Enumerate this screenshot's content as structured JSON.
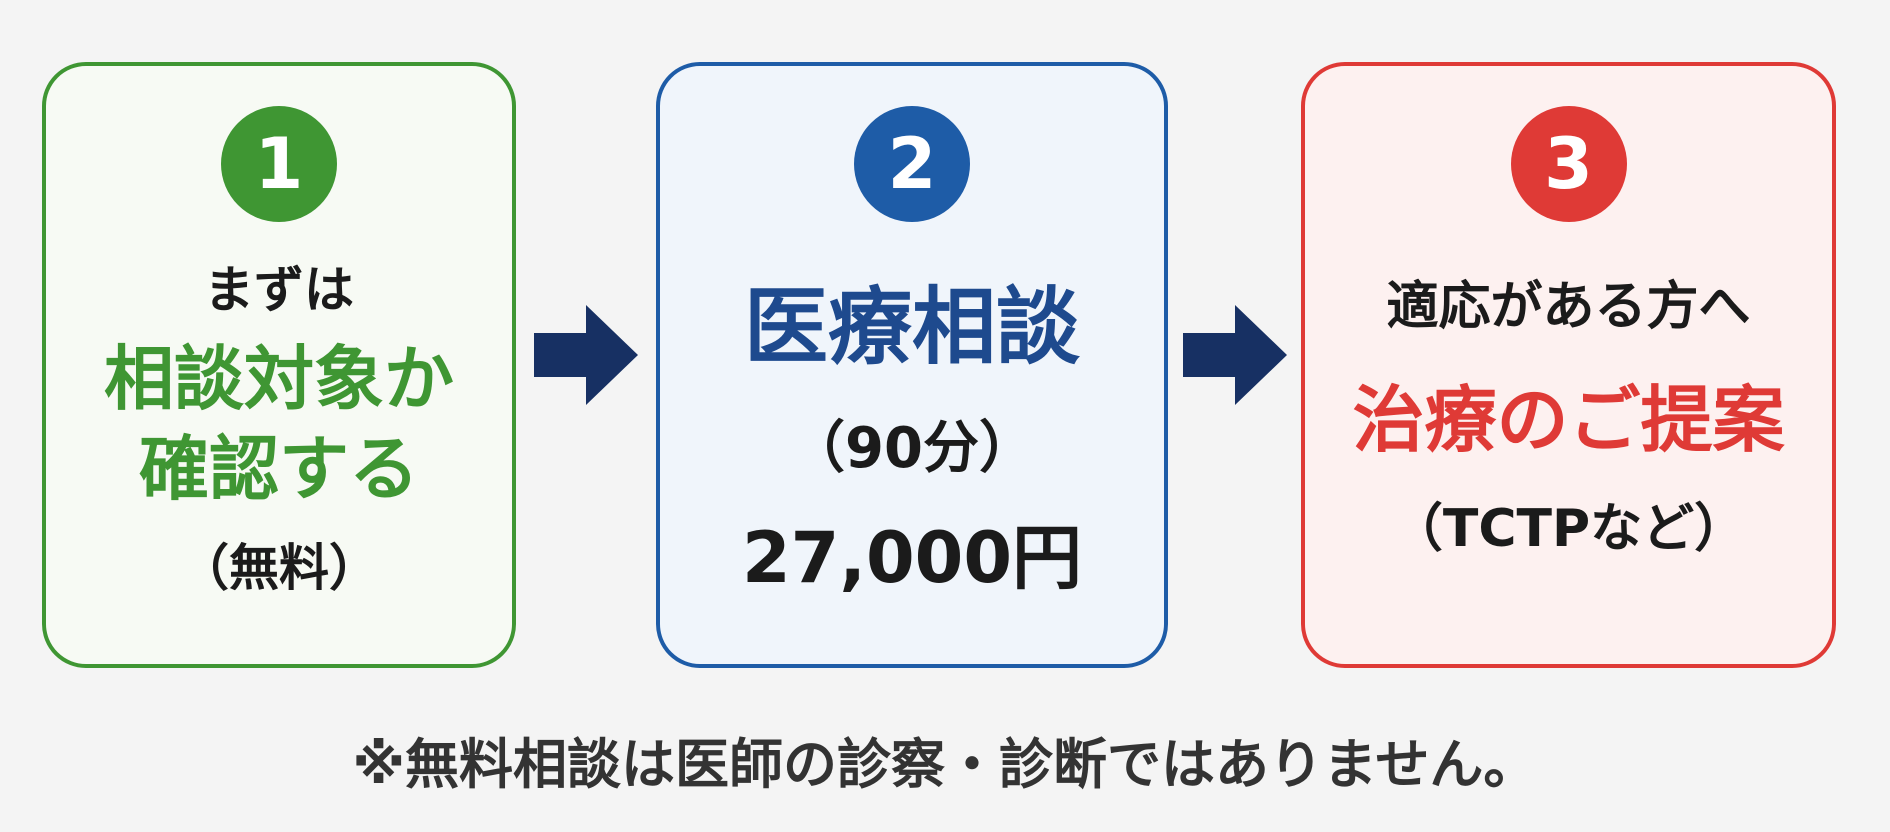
{
  "steps": [
    {
      "number": "1",
      "intro": "まずは",
      "title_line1": "相談対象か",
      "title_line2": "確認する",
      "note": "（無料）",
      "color": "#3f9633"
    },
    {
      "number": "2",
      "title": "医療相談",
      "duration": "（90分）",
      "price": "27,000円",
      "color": "#1e5ca7"
    },
    {
      "number": "3",
      "intro": "適応がある方へ",
      "title": "治療のご提案",
      "note": "（TCTPなど）",
      "color": "#df3a36"
    }
  ],
  "arrow_color": "#173063",
  "footnote": "※無料相談は医師の診察・診断ではありません。"
}
